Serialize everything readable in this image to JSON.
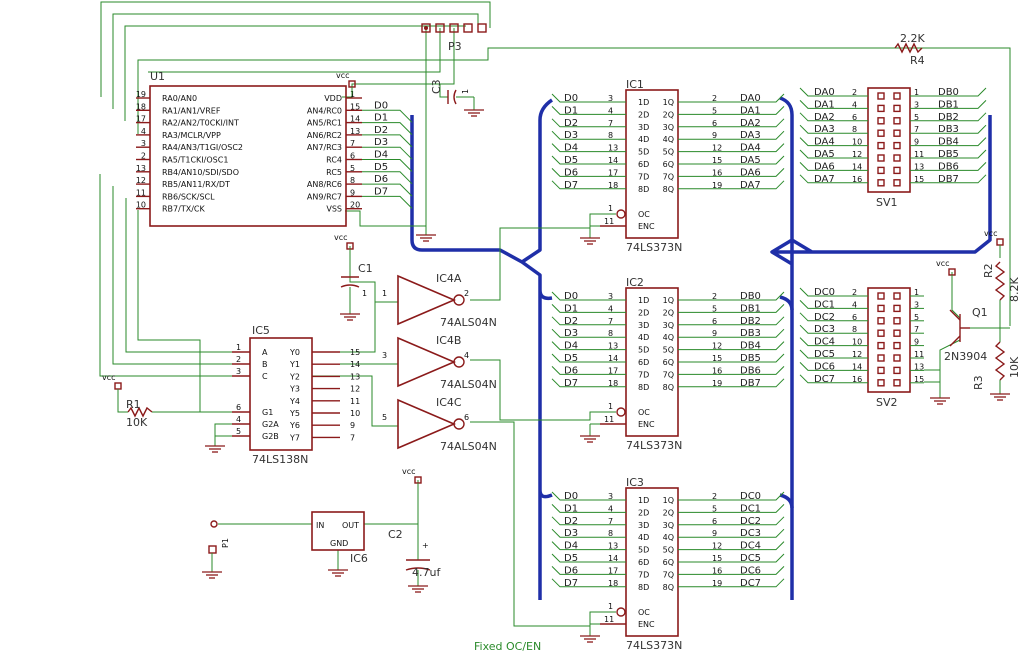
{
  "u1": {
    "ref": "U1",
    "left": [
      {
        "pin": "19",
        "name": "RA0/AN0"
      },
      {
        "pin": "18",
        "name": "RA1/AN1/VREF"
      },
      {
        "pin": "17",
        "name": "RA2/AN2/T0CKI/INT"
      },
      {
        "pin": "4",
        "name": "RA3/MCLR/VPP"
      },
      {
        "pin": "3",
        "name": "RA4/AN3/T1GI/OSC2"
      },
      {
        "pin": "2",
        "name": "RA5/T1CKI/OSC1"
      },
      {
        "pin": "13",
        "name": "RB4/AN10/SDI/SDO"
      },
      {
        "pin": "12",
        "name": "RB5/AN11/RX/DT"
      },
      {
        "pin": "11",
        "name": "RB6/SCK/SCL"
      },
      {
        "pin": "10",
        "name": "RB7/TX/CK"
      }
    ],
    "right": [
      {
        "pin": "1",
        "name": "VDD",
        "net": ""
      },
      {
        "pin": "15",
        "name": "AN4/RC0",
        "net": "D0"
      },
      {
        "pin": "14",
        "name": "AN5/RC1",
        "net": "D1"
      },
      {
        "pin": "13",
        "name": "AN6/RC2",
        "net": "D2"
      },
      {
        "pin": "7",
        "name": "AN7/RC3",
        "net": "D3"
      },
      {
        "pin": "6",
        "name": "RC4",
        "net": "D4"
      },
      {
        "pin": "5",
        "name": "RC5",
        "net": "D5"
      },
      {
        "pin": "8",
        "name": "AN8/RC6",
        "net": "D6"
      },
      {
        "pin": "9",
        "name": "AN9/RC7",
        "net": "D7"
      },
      {
        "pin": "20",
        "name": "VSS",
        "net": ""
      }
    ]
  },
  "latch_left": [
    {
      "net": "D0",
      "pin": "3",
      "name": "1D"
    },
    {
      "net": "D1",
      "pin": "4",
      "name": "2D"
    },
    {
      "net": "D2",
      "pin": "7",
      "name": "3D"
    },
    {
      "net": "D3",
      "pin": "8",
      "name": "4D"
    },
    {
      "net": "D4",
      "pin": "13",
      "name": "5D"
    },
    {
      "net": "D5",
      "pin": "14",
      "name": "6D"
    },
    {
      "net": "D6",
      "pin": "17",
      "name": "7D"
    },
    {
      "net": "D7",
      "pin": "18",
      "name": "8D"
    }
  ],
  "latch_right_pins": [
    {
      "pin": "2",
      "name": "1Q"
    },
    {
      "pin": "5",
      "name": "2Q"
    },
    {
      "pin": "6",
      "name": "3Q"
    },
    {
      "pin": "9",
      "name": "4Q"
    },
    {
      "pin": "12",
      "name": "5Q"
    },
    {
      "pin": "15",
      "name": "6Q"
    },
    {
      "pin": "16",
      "name": "7Q"
    },
    {
      "pin": "19",
      "name": "8Q"
    }
  ],
  "latch_ctrl": {
    "oc_pin": "1",
    "oc_name": "OC",
    "enc_pin": "11",
    "enc_name": "ENC"
  },
  "latches": [
    {
      "ref": "IC1",
      "part": "74LS373N",
      "outs": [
        "DA0",
        "DA1",
        "DA2",
        "DA3",
        "DA4",
        "DA5",
        "DA6",
        "DA7"
      ]
    },
    {
      "ref": "IC2",
      "part": "74LS373N",
      "outs": [
        "DB0",
        "DB1",
        "DB2",
        "DB3",
        "DB4",
        "DB5",
        "DB6",
        "DB7"
      ]
    },
    {
      "ref": "IC3",
      "part": "74LS373N",
      "outs": [
        "DC0",
        "DC1",
        "DC2",
        "DC3",
        "DC4",
        "DC5",
        "DC6",
        "DC7"
      ]
    }
  ],
  "sv1": {
    "ref": "SV1",
    "left": [
      {
        "net": "DA0",
        "pin": "2"
      },
      {
        "net": "DA1",
        "pin": "4"
      },
      {
        "net": "DA2",
        "pin": "6"
      },
      {
        "net": "DA3",
        "pin": "8"
      },
      {
        "net": "DA4",
        "pin": "10"
      },
      {
        "net": "DA5",
        "pin": "12"
      },
      {
        "net": "DA6",
        "pin": "14"
      },
      {
        "net": "DA7",
        "pin": "16"
      }
    ],
    "right": [
      {
        "net": "DB0",
        "pin": "1"
      },
      {
        "net": "DB1",
        "pin": "3"
      },
      {
        "net": "DB2",
        "pin": "5"
      },
      {
        "net": "DB3",
        "pin": "7"
      },
      {
        "net": "DB4",
        "pin": "9"
      },
      {
        "net": "DB5",
        "pin": "11"
      },
      {
        "net": "DB6",
        "pin": "13"
      },
      {
        "net": "DB7",
        "pin": "15"
      }
    ]
  },
  "sv2": {
    "ref": "SV2",
    "left": [
      {
        "net": "DC0",
        "pin": "2"
      },
      {
        "net": "DC1",
        "pin": "4"
      },
      {
        "net": "DC2",
        "pin": "6"
      },
      {
        "net": "DC3",
        "pin": "8"
      },
      {
        "net": "DC4",
        "pin": "10"
      },
      {
        "net": "DC5",
        "pin": "12"
      },
      {
        "net": "DC6",
        "pin": "14"
      },
      {
        "net": "DC7",
        "pin": "16"
      }
    ],
    "right": [
      {
        "pin": "1"
      },
      {
        "pin": "3"
      },
      {
        "pin": "5"
      },
      {
        "pin": "7"
      },
      {
        "pin": "9"
      },
      {
        "pin": "11"
      },
      {
        "pin": "13"
      },
      {
        "pin": "15"
      }
    ]
  },
  "ic5": {
    "ref": "IC5",
    "part": "74LS138N",
    "left": [
      {
        "pin": "1",
        "name": "A"
      },
      {
        "pin": "2",
        "name": "B"
      },
      {
        "pin": "3",
        "name": "C"
      },
      {
        "pin": "6",
        "name": "G1"
      },
      {
        "pin": "4",
        "name": "G2A"
      },
      {
        "pin": "5",
        "name": "G2B"
      }
    ],
    "right": [
      {
        "pin": "15",
        "name": "Y0"
      },
      {
        "pin": "14",
        "name": "Y1"
      },
      {
        "pin": "13",
        "name": "Y2"
      },
      {
        "pin": "12",
        "name": "Y3"
      },
      {
        "pin": "11",
        "name": "Y4"
      },
      {
        "pin": "10",
        "name": "Y5"
      },
      {
        "pin": "9",
        "name": "Y6"
      },
      {
        "pin": "7",
        "name": "Y7"
      }
    ]
  },
  "inverters": [
    {
      "ref": "IC4A",
      "part": "74ALS04N",
      "in_pin": "1",
      "out_pin": "2"
    },
    {
      "ref": "IC4B",
      "part": "74ALS04N",
      "in_pin": "3",
      "out_pin": "4"
    },
    {
      "ref": "IC4C",
      "part": "74ALS04N",
      "in_pin": "5",
      "out_pin": "6"
    }
  ],
  "ic6": {
    "ref": "IC6",
    "in": "IN",
    "out": "OUT",
    "gnd": "GND"
  },
  "parts": {
    "p3": "P3",
    "p1": "P1",
    "c3": "C3",
    "c3_pin": "1",
    "c1": "C1",
    "c1_pin": "1",
    "c2": "C2",
    "c2_value": "4.7uf",
    "c2_plus": "+",
    "r1": "R1",
    "r1_value": "10K",
    "r4_value": "2.2K",
    "r4": "R4",
    "r2": "R2",
    "r2_value": "8.2K",
    "r3": "R3",
    "r3_value": "10K",
    "q1": "Q1",
    "q1_part": "2N3904",
    "vcc": "vcc"
  },
  "note": "Fixed OC/EN",
  "colors": {
    "wire": "#2a8a2a",
    "bus": "#1f2fa8",
    "part": "#8b1a1a",
    "text": "#222222"
  }
}
